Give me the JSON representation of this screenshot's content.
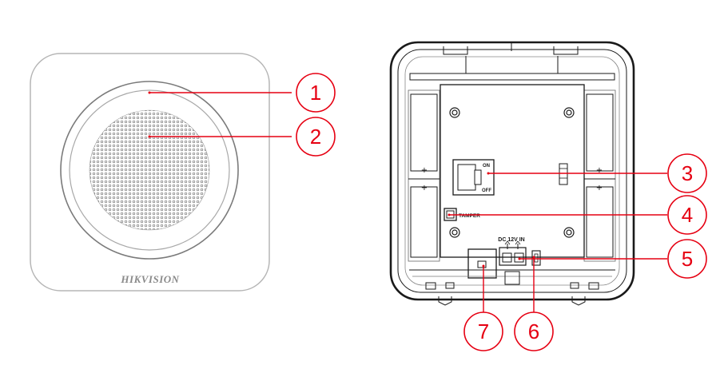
{
  "front_view": {
    "brand_logo": "HIKVISION"
  },
  "rear_view": {
    "switch_on_label": "ON",
    "switch_off_label": "OFF",
    "tamper_label": "TAMPER",
    "power_label": "DC 12V IN"
  },
  "callouts": [
    {
      "number": "1"
    },
    {
      "number": "2"
    },
    {
      "number": "3"
    },
    {
      "number": "4"
    },
    {
      "number": "5"
    },
    {
      "number": "6"
    },
    {
      "number": "7"
    }
  ],
  "colors": {
    "callout": "#e60012",
    "outline": "#1a1a1a",
    "device_light": "#cfcfcf"
  }
}
